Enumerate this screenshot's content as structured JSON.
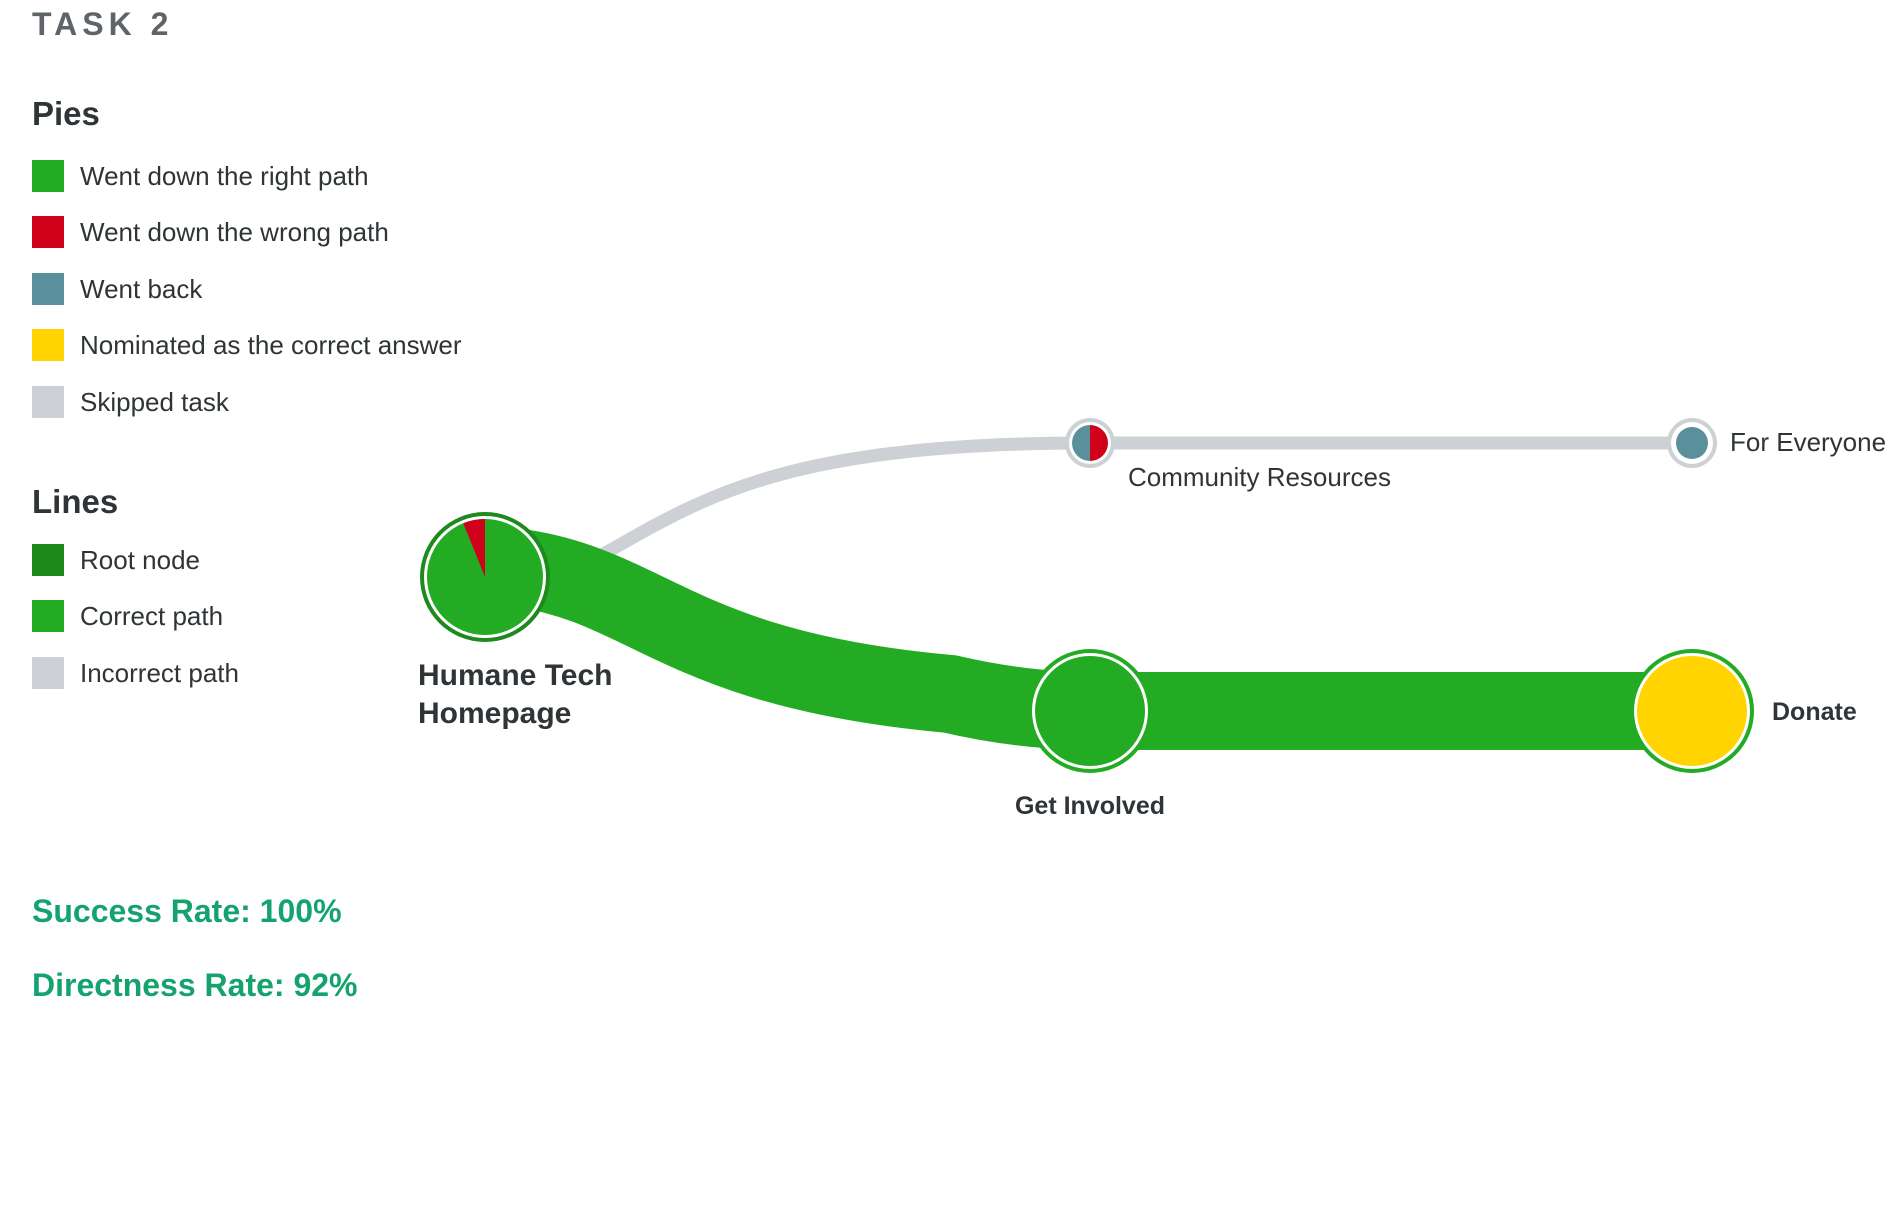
{
  "task_title": "TASK 2",
  "pies_heading": "Pies",
  "pies_legend": [
    {
      "label": "Went down the right path",
      "color": "#23ab23"
    },
    {
      "label": "Went down the wrong path",
      "color": "#d0021b"
    },
    {
      "label": "Went back",
      "color": "#5a8f9c"
    },
    {
      "label": "Nominated as the correct answer",
      "color": "#ffd400"
    },
    {
      "label": "Skipped task",
      "color": "#cdd0d4"
    }
  ],
  "lines_heading": "Lines",
  "lines_legend": [
    {
      "label": "Root node",
      "color": "#1e8a1e"
    },
    {
      "label": "Correct path",
      "color": "#23ab23"
    },
    {
      "label": "Incorrect path",
      "color": "#cdd0d4"
    }
  ],
  "nodes": {
    "homepage": {
      "label_line1": "Humane Tech",
      "label_line2": "Homepage",
      "pie": {
        "right": 0.94,
        "wrong": 0.06
      }
    },
    "community": {
      "label": "Community Resources",
      "pie": {
        "back": 0.5,
        "wrong": 0.5
      }
    },
    "everyone": {
      "label": "For Everyone",
      "pie": {
        "back": 1.0
      }
    },
    "get_involved": {
      "label": "Get Involved",
      "pie": {
        "right": 1.0
      }
    },
    "donate": {
      "label": "Donate",
      "pie": {
        "nominated": 1.0
      }
    }
  },
  "success_rate": "Success Rate: 100%",
  "directness_rate": "Directness Rate: 92%"
}
